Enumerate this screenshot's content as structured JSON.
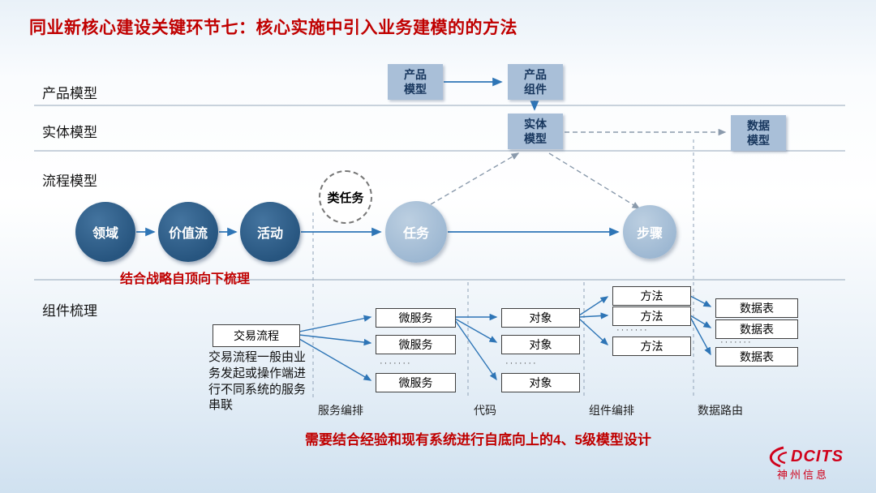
{
  "title": "同业新核心建设关键环节七：核心实施中引入业务建模的的方法",
  "row_labels": {
    "product": "产品模型",
    "entity": "实体模型",
    "process": "流程模型",
    "component": "组件梳理"
  },
  "model_boxes": {
    "product_model": {
      "l1": "产品",
      "l2": "模型"
    },
    "product_component": {
      "l1": "产品",
      "l2": "组件"
    },
    "entity_model": {
      "l1": "实体",
      "l2": "模型"
    },
    "data_model": {
      "l1": "数据",
      "l2": "模型"
    }
  },
  "circles": {
    "domain": "领域",
    "value_stream": "价值流",
    "activity": "活动",
    "task_class": "类任务",
    "task": "任务",
    "step": "步骤"
  },
  "flow": {
    "transaction": "交易流程",
    "microservices": [
      "微服务",
      "微服务",
      "微服务"
    ],
    "objects": [
      "对象",
      "对象",
      "对象"
    ],
    "methods": [
      "方法",
      "方法",
      "方法"
    ],
    "tables": [
      "数据表",
      "数据表",
      "数据表"
    ],
    "dots": "·······"
  },
  "column_labels": {
    "service": "服务编排",
    "code": "代码",
    "component": "组件编排",
    "data": "数据路由"
  },
  "notes": {
    "top_down": "结合战略自顶向下梳理",
    "transaction_desc": "交易流程一般由业务发起或操作端进行不同系统的服务串联",
    "bottom_up": "需要结合经验和现有系统进行自底向上的4、5级模型设计"
  },
  "logo": {
    "brand": "DCITS",
    "company": "神州信息"
  },
  "colors": {
    "accent_red": "#c00000",
    "box_fill": "#a9bfd8",
    "circle_dark": "#2f6295",
    "circle_light": "#a7c0d9",
    "arrow_blue": "#2e75b6"
  }
}
